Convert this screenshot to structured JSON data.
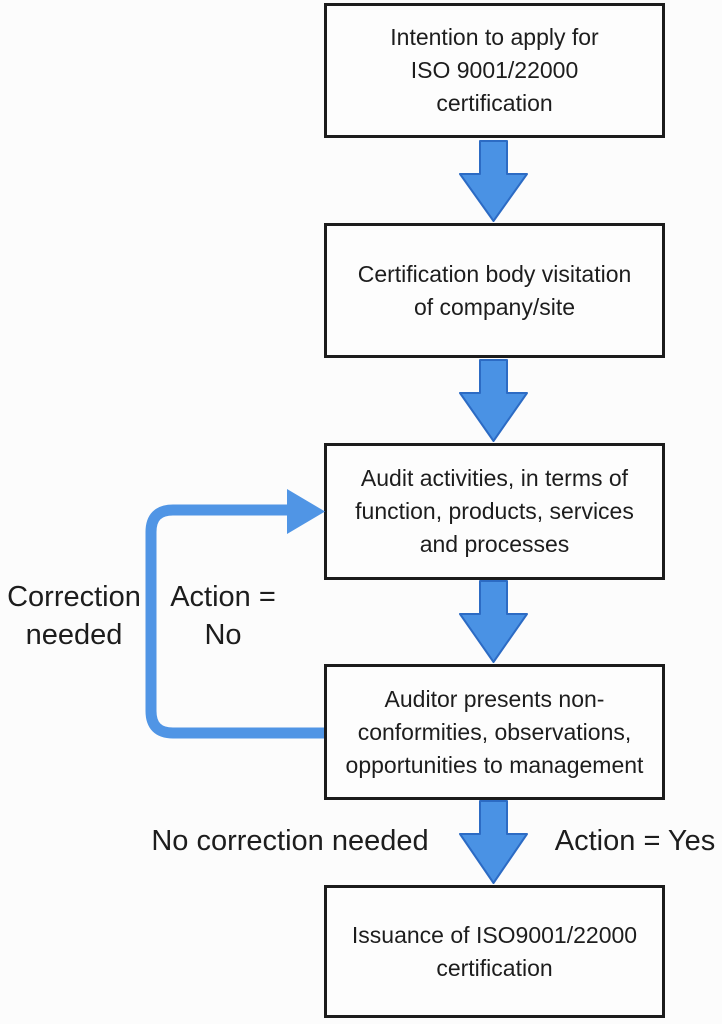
{
  "colors": {
    "background": "#fcfcfc",
    "text": "#1d1d1d",
    "box_border": "#1c1c1c",
    "arrow_fill": "#4a92e4",
    "arrow_stroke": "#2c6bc4",
    "loop_color": "#5095e5"
  },
  "flowchart": {
    "nodes": [
      {
        "id": "intent",
        "label": "Intention to apply for\nISO 9001/22000\ncertification"
      },
      {
        "id": "visit",
        "label": "Certification body visitation\nof company/site"
      },
      {
        "id": "audit",
        "label": "Audit activities, in terms of\nfunction, products, services\nand processes"
      },
      {
        "id": "findings",
        "label": "Auditor presents non-\nconformities, observations,\nopportunities to management"
      },
      {
        "id": "issuance",
        "label": "Issuance of ISO9001/22000\ncertification"
      }
    ],
    "edge_labels": {
      "correction_needed": "Correction\nneeded",
      "action_no": "Action =\nNo",
      "no_correction_needed": "No correction needed",
      "action_yes": "Action = Yes"
    }
  }
}
